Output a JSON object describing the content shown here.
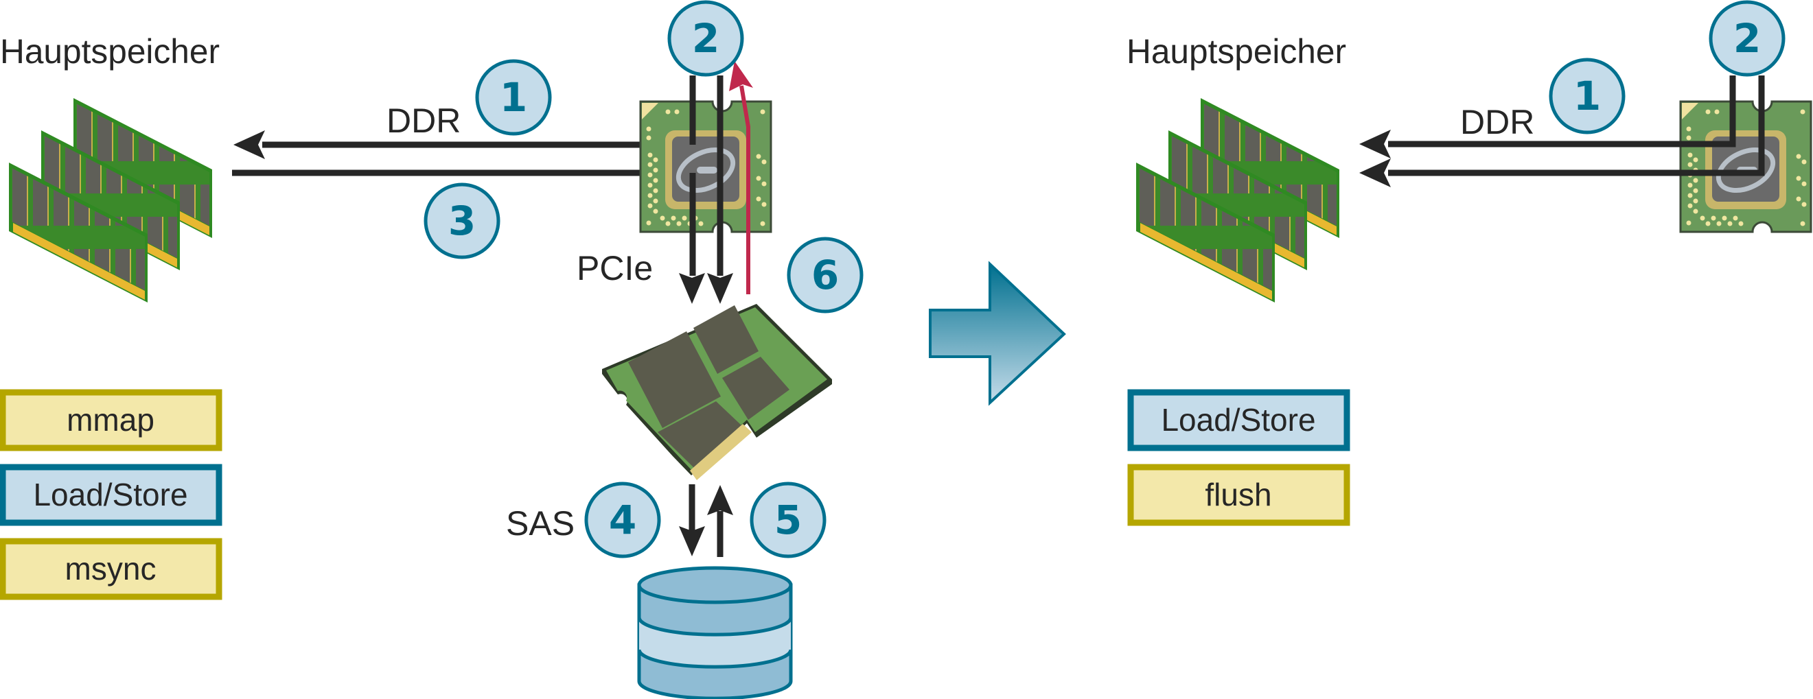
{
  "left_panel": {
    "memory_label": "Hauptspeicher",
    "ddr_label": "DDR",
    "pcie_label": "PCIe",
    "sas_label": "SAS",
    "step_markers": [
      "1",
      "2",
      "3",
      "4",
      "5",
      "6"
    ],
    "operations": [
      {
        "label": "mmap",
        "kind": "syscall"
      },
      {
        "label": "Load/Store",
        "kind": "cpu-instruction"
      },
      {
        "label": "msync",
        "kind": "syscall"
      }
    ]
  },
  "transition_arrow": {
    "icon": "right-arrow-icon"
  },
  "right_panel": {
    "memory_label": "Hauptspeicher",
    "ddr_label": "DDR",
    "step_markers": [
      "1",
      "2"
    ],
    "operations": [
      {
        "label": "Load/Store",
        "kind": "cpu-instruction"
      },
      {
        "label": "flush",
        "kind": "syscall"
      }
    ]
  },
  "colors": {
    "accent_blue": "#00708f",
    "marker_fill": "#c5dcea",
    "syscall_fill": "#f3e8aa",
    "syscall_border": "#b5a600",
    "highlight_red": "#c0284c",
    "wire": "#262626"
  }
}
